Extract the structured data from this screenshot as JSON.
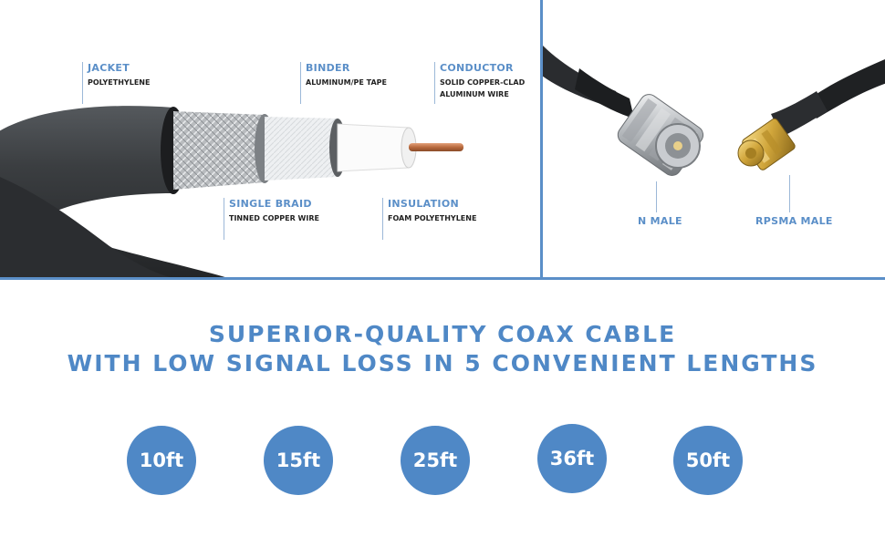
{
  "callouts": {
    "jacket": {
      "title": "JACKET",
      "sub": "POLYETHYLENE"
    },
    "binder": {
      "title": "BINDER",
      "sub": "ALUMINUM/PE TAPE"
    },
    "conductor": {
      "title": "CONDUCTOR",
      "sub1": "SOLID COPPER-CLAD",
      "sub2": "ALUMINUM WIRE"
    },
    "braid": {
      "title": "SINGLE BRAID",
      "sub": "TINNED COPPER WIRE"
    },
    "insulation": {
      "title": "INSULATION",
      "sub": "FOAM POLYETHYLENE"
    }
  },
  "connectors": {
    "n_male": "N MALE",
    "rpsma_male": "RPSMA MALE"
  },
  "headline": {
    "line1": "SUPERIOR-QUALITY COAX CABLE",
    "line2": "WITH LOW SIGNAL LOSS IN 5 CONVENIENT LENGTHS"
  },
  "lengths": [
    "10ft",
    "15ft",
    "25ft",
    "36ft",
    "50ft"
  ],
  "colors": {
    "accent": "#4f88c6",
    "divider": "#5b8fc8",
    "jacket": "#3a3d40"
  }
}
